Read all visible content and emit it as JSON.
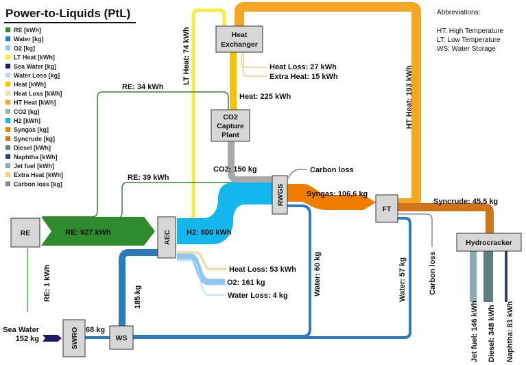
{
  "title": "Power-to-Liquids (PtL)",
  "colors": {
    "re": "#2e8b2e",
    "water": "#2b7bbd",
    "o2": "#8ec8f2",
    "lt_heat": "#f2ee3c",
    "sea_water": "#1c1c6a",
    "water_loss": "#b8dbf5",
    "heat": "#f5c400",
    "heat_loss": "#f2dfa8",
    "ht_heat": "#f5a623",
    "co2": "#a9a9a9",
    "h2": "#14b6ee",
    "syngas": "#f07d00",
    "syncrude": "#d0751c",
    "diesel": "#5f7f7f",
    "naphtha": "#2b3f6f",
    "jet_fuel": "#8aaab8",
    "extra_heat": "#f7c98a",
    "carbon_loss": "#888888"
  },
  "legend": [
    {
      "label": "RE [kWh]",
      "color": "#2e8b2e"
    },
    {
      "label": "Water [kg]",
      "color": "#2b7bbd"
    },
    {
      "label": "O2 [kg]",
      "color": "#8ec8f2"
    },
    {
      "label": "LT Heat [kWh]",
      "color": "#f2ee3c"
    },
    {
      "label": "Sea Water [kg]",
      "color": "#1c1c6a"
    },
    {
      "label": "Water Loss [kg]",
      "color": "#b8dbf5"
    },
    {
      "label": "Heat [kWh]",
      "color": "#f5c400"
    },
    {
      "label": "Heat Loss [kWh]",
      "color": "#f2dfa8"
    },
    {
      "label": "HT Heat [kWh]",
      "color": "#f5a623"
    },
    {
      "label": "CO2 [kg]",
      "color": "#a9a9a9"
    },
    {
      "label": "H2 [kWh]",
      "color": "#14b6ee"
    },
    {
      "label": "Syngas [kg]",
      "color": "#f07d00"
    },
    {
      "label": "Syncrude [kg]",
      "color": "#d0751c"
    },
    {
      "label": "Diesel [kWh]",
      "color": "#5f7f7f"
    },
    {
      "label": "Naphtha [kWh]",
      "color": "#2b3f6f"
    },
    {
      "label": "Jet fuel [kWh]",
      "color": "#8aaab8"
    },
    {
      "label": "Extra Heat [kWh]",
      "color": "#f7c98a"
    },
    {
      "label": "Carbon loss [kg]",
      "color": "#888888"
    }
  ],
  "abbreviations": {
    "heading": "Abbreviations:",
    "items": [
      "HT: High Temperature",
      "LT: Low Temperature",
      "WS: Water Storage"
    ]
  },
  "nodes": {
    "re": "RE",
    "aec": "AEC",
    "heat_exchanger": [
      "Heat",
      "Exchanger"
    ],
    "co2_capture": [
      "CO2",
      "Capture",
      "Plant"
    ],
    "rwgs": "RWGS",
    "ft": "FT",
    "hydrocracker": "Hydrocracker",
    "swro": "SWRO",
    "ws": "WS"
  },
  "flows": {
    "re_main": "RE: 927 kWh",
    "re_34": "RE: 34 kWh",
    "re_39": "RE: 39 kWh",
    "re_1": "RE: 1 kWh",
    "lt_heat": "LT Heat: 74 kWh",
    "heat_loss_27": "Heat Loss: 27 kWh",
    "extra_heat": "Extra Heat: 15 kWh",
    "heat_225": "Heat: 225 kWh",
    "ht_heat": "HT Heat: 193 kWh",
    "co2": "CO2: 150 kg",
    "carbon_loss_top": "Carbon loss",
    "syngas": "Syngas: 106,6 kg",
    "syncrude": "Syncrude: 45,5 kg",
    "h2": "H2: 800 kWh",
    "heat_loss_53": "Heat Loss: 53 kWh",
    "o2": "O2: 161 kg",
    "water_loss": "Water Loss: 4 kg",
    "water_60": "Water: 60 kg",
    "water_57": "Water: 57 kg",
    "carbon_loss_ft": "Carbon loss",
    "water_185": "185 kg",
    "sea_water": [
      "Sea Water",
      "152 kg"
    ],
    "water_68": "68 kg",
    "jet_fuel": "Jet fuel: 146 kWh",
    "diesel": "Diesel: 348 kWh",
    "naphtha": "Naphtha: 81 kWh"
  }
}
